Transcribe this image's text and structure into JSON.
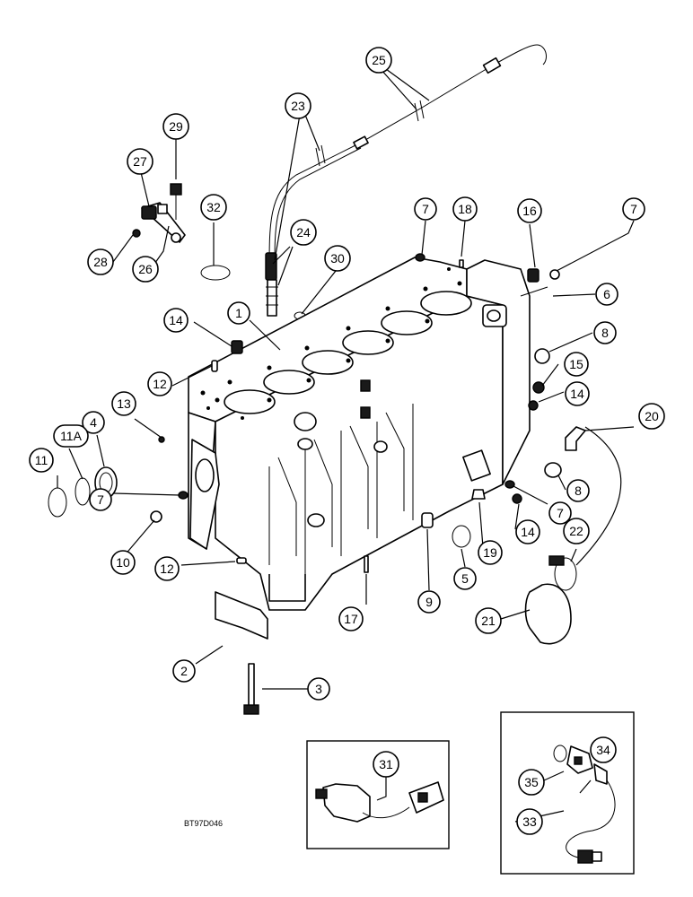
{
  "drawing_code": "BT97D046",
  "callouts": [
    {
      "id": "c1",
      "label": "1"
    },
    {
      "id": "c2",
      "label": "2"
    },
    {
      "id": "c3",
      "label": "3"
    },
    {
      "id": "c4",
      "label": "4"
    },
    {
      "id": "c5",
      "label": "5"
    },
    {
      "id": "c6",
      "label": "6"
    },
    {
      "id": "c7a",
      "label": "7"
    },
    {
      "id": "c7b",
      "label": "7"
    },
    {
      "id": "c7c",
      "label": "7"
    },
    {
      "id": "c7d",
      "label": "7"
    },
    {
      "id": "c8a",
      "label": "8"
    },
    {
      "id": "c8b",
      "label": "8"
    },
    {
      "id": "c9",
      "label": "9"
    },
    {
      "id": "c10",
      "label": "10"
    },
    {
      "id": "c11",
      "label": "11"
    },
    {
      "id": "c11a",
      "label": "11A"
    },
    {
      "id": "c12a",
      "label": "12"
    },
    {
      "id": "c12b",
      "label": "12"
    },
    {
      "id": "c13",
      "label": "13"
    },
    {
      "id": "c14a",
      "label": "14"
    },
    {
      "id": "c14b",
      "label": "14"
    },
    {
      "id": "c14c",
      "label": "14"
    },
    {
      "id": "c15",
      "label": "15"
    },
    {
      "id": "c16",
      "label": "16"
    },
    {
      "id": "c17",
      "label": "17"
    },
    {
      "id": "c18",
      "label": "18"
    },
    {
      "id": "c19",
      "label": "19"
    },
    {
      "id": "c20",
      "label": "20"
    },
    {
      "id": "c21",
      "label": "21"
    },
    {
      "id": "c22",
      "label": "22"
    },
    {
      "id": "c23",
      "label": "23"
    },
    {
      "id": "c24",
      "label": "24"
    },
    {
      "id": "c25",
      "label": "25"
    },
    {
      "id": "c26",
      "label": "26"
    },
    {
      "id": "c27",
      "label": "27"
    },
    {
      "id": "c28",
      "label": "28"
    },
    {
      "id": "c29",
      "label": "29"
    },
    {
      "id": "c30",
      "label": "30"
    },
    {
      "id": "c31",
      "label": "31"
    },
    {
      "id": "c32",
      "label": "32"
    },
    {
      "id": "c33",
      "label": "33"
    },
    {
      "id": "c34",
      "label": "34"
    },
    {
      "id": "c35",
      "label": "35"
    }
  ]
}
